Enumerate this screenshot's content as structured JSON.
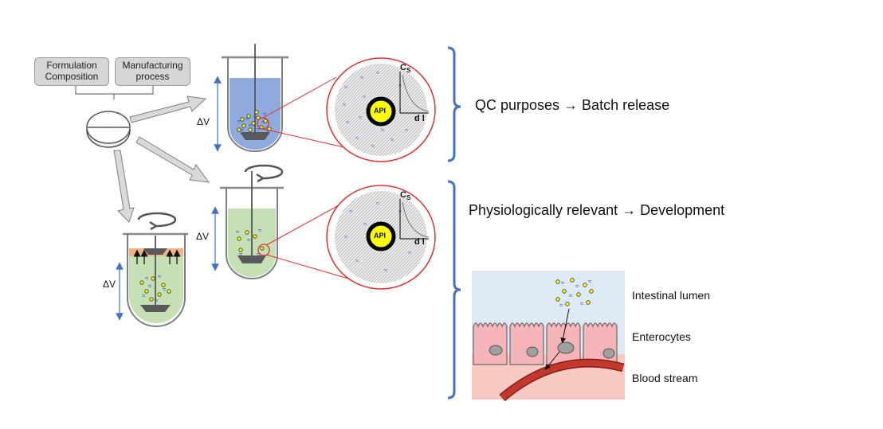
{
  "inputs": {
    "formulation": [
      "Formulation",
      "Composition"
    ],
    "manufacturing": [
      "Manufacturing",
      "process"
    ]
  },
  "symbols": {
    "delta_v": "ΔV",
    "api": "API",
    "cs_main": "C",
    "cs_sub": "S",
    "dl": "d l"
  },
  "outcomes": {
    "qc": "QC purposes → Batch release",
    "physio": "Physiologically relevant → Development"
  },
  "intestine": {
    "lumen": "Intestinal lumen",
    "enterocytes": "Enterocytes",
    "blood": "Blood stream"
  },
  "colors": {
    "medium_blue": "#8faadc",
    "medium_green": "#c5e0b4",
    "lumen_bg": "#dde9f5",
    "cell_fill": "#f4b4b8",
    "blood_bg": "#f6c9c3",
    "vessel": "#c0392b",
    "bracket": "#4472c4",
    "api_yellow": "#ffff00"
  }
}
